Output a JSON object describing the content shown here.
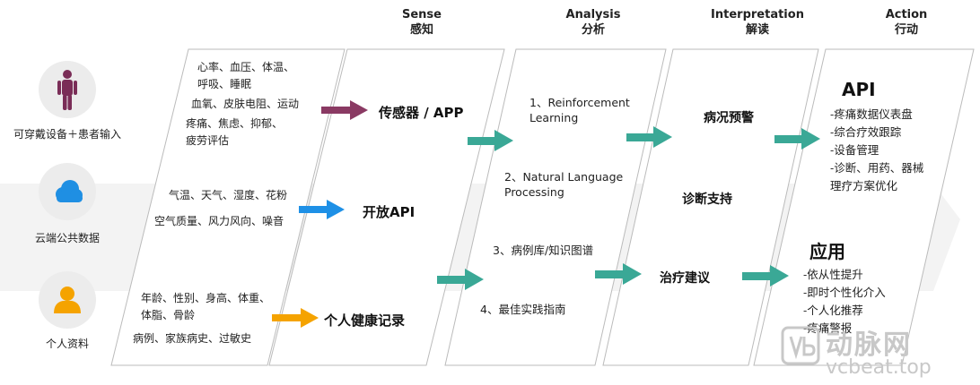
{
  "stages": [
    {
      "en": "Sense",
      "zh": "感知"
    },
    {
      "en": "Analysis",
      "zh": "分析"
    },
    {
      "en": "Interpretation",
      "zh": "解读"
    },
    {
      "en": "Action",
      "zh": "行动"
    }
  ],
  "sources": [
    {
      "label": "可穿戴设备＋患者输入",
      "icon": "human-body-icon"
    },
    {
      "label": "云端公共数据",
      "icon": "cloud-icon"
    },
    {
      "label": "个人资料",
      "icon": "person-icon"
    }
  ],
  "inputs": [
    [
      "心率、血压、体温、",
      "呼吸、睡眠",
      "血氧、皮肤电阻、运动",
      "疼痛、焦虑、抑郁、",
      "疲劳评估"
    ],
    [
      "气温、天气、湿度、花粉",
      "空气质量、风力风向、噪音"
    ],
    [
      "年龄、性别、身高、体重、",
      "体脂、骨龄",
      "病例、家族病史、过敏史"
    ]
  ],
  "channels": [
    "传感器 / APP",
    "开放API",
    "个人健康记录"
  ],
  "analysis": [
    [
      "1、Reinforcement",
      "Learning"
    ],
    [
      "2、Natural Language",
      "Processing"
    ],
    [
      "3、病例库/知识图谱"
    ],
    [
      "4、最佳实践指南"
    ]
  ],
  "interpretation": [
    "病况预警",
    "诊断支持",
    "治疗建议"
  ],
  "action": {
    "api_title": "API",
    "api_items": [
      "-疼痛数据仪表盘",
      "-综合疗效跟踪",
      "-设备管理",
      "-诊断、用药、器械",
      "理疗方案优化"
    ],
    "app_title": "应用",
    "app_items": [
      "-依从性提升",
      "-即时个性化介入",
      "-个人化推荐",
      "-疼痛警报"
    ]
  },
  "watermark": {
    "logo": "动脉网",
    "site": "vcbeat.top"
  },
  "colors": {
    "arrow_purple": "#8a3a63",
    "arrow_blue": "#1e90e6",
    "arrow_orange": "#f5a300",
    "arrow_teal": "#3aa896",
    "band": "#f1f1f1",
    "panel_border": "#bdbdbd",
    "icon_human": "#7a2d57",
    "icon_cloud": "#1f8fe3",
    "icon_person": "#f5a300"
  }
}
